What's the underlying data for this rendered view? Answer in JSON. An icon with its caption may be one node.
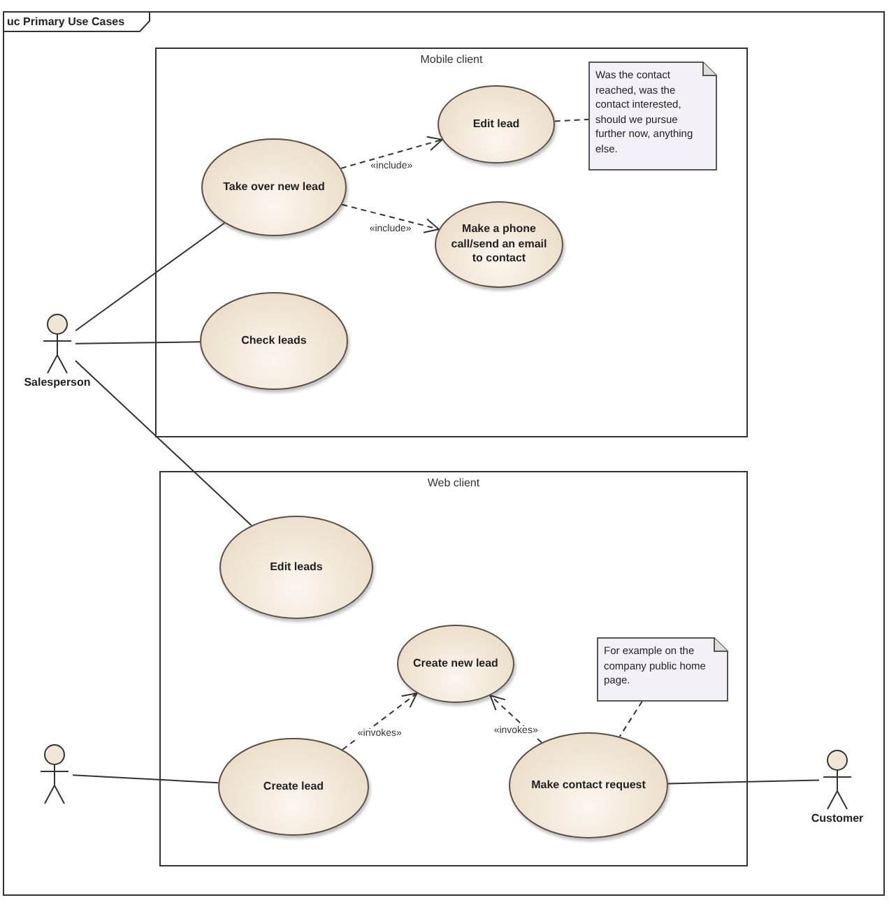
{
  "diagram": {
    "title": "uc Primary Use Cases",
    "nodes": [
      {
        "text": [
          "Mobile client"
        ]
      },
      {
        "text": [
          "Take over new lead"
        ],
        "in": 0
      },
      {
        "text": [
          "Edit lead"
        ],
        "in": 0
      },
      {
        "text": [
          "Make a phone call/send an email to contact"
        ],
        "in": 0
      },
      {
        "text": [
          "Check leads"
        ],
        "in": 0
      },
      {
        "text": [
          "Was the contact reached, was the contact interested, should we pursue further now, anything else."
        ],
        "in": 0
      },
      {
        "text": [
          "Salesperson"
        ]
      },
      {
        "text": [
          "Web client"
        ]
      },
      {
        "text": [
          "Edit leads"
        ],
        "in": 7
      },
      {
        "text": [
          "Create new lead"
        ],
        "in": 7
      },
      {
        "text": [
          "Create lead"
        ],
        "in": 7
      },
      {
        "text": [
          "Make contact request"
        ],
        "in": 7
      },
      {
        "text": [
          "For example on the company public home page."
        ],
        "in": 7
      },
      {
        "text": [],
        "shape": "person"
      },
      {
        "text": [
          "Customer"
        ]
      }
    ],
    "edges": [
      {
        "from": 1,
        "to": 2,
        "arrow": "to",
        "label": "«include»",
        "style": "dashed"
      },
      {
        "from": 1,
        "to": 3,
        "arrow": "to",
        "label": "«include»",
        "style": "dashed"
      },
      {
        "from": 2,
        "to": 5,
        "arrow": "none",
        "style": "dashed"
      },
      {
        "from": 6,
        "to": 1,
        "arrow": "none"
      },
      {
        "from": 6,
        "to": 4,
        "arrow": "none"
      },
      {
        "from": 6,
        "to": 8,
        "arrow": "none"
      },
      {
        "from": 10,
        "to": 9,
        "arrow": "to",
        "label": "«invokes»",
        "style": "dashed"
      },
      {
        "from": 11,
        "to": 9,
        "arrow": "to",
        "label": "«invokes»",
        "style": "dashed"
      },
      {
        "from": 12,
        "to": 11,
        "arrow": "none",
        "style": "dashed"
      },
      {
        "from": 13,
        "to": 10,
        "arrow": "none"
      },
      {
        "from": 11,
        "to": 14,
        "arrow": "none"
      }
    ]
  }
}
